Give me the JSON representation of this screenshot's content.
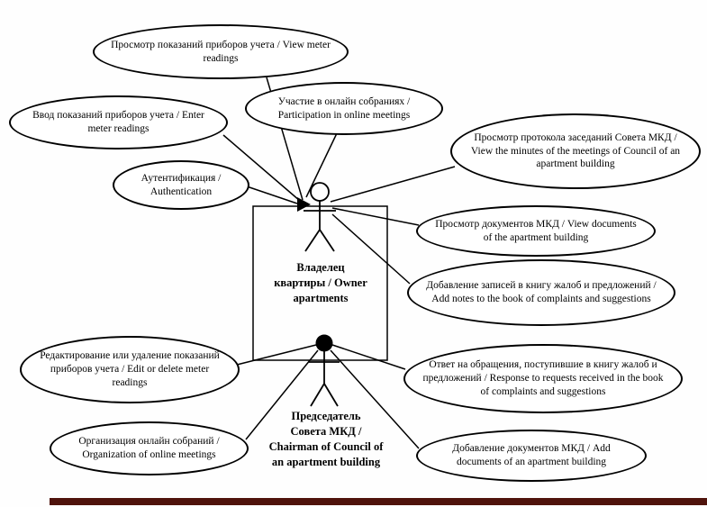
{
  "diagram": {
    "type": "uml-use-case",
    "colors": {
      "line": "#000000",
      "background": "#ffffff",
      "bottom_artifact": "#4f130c"
    },
    "actors": [
      {
        "id": "owner",
        "label": "Владелец\nквартиры / Owner\napartments"
      },
      {
        "id": "chairman",
        "label": "Председатель\nСовета МКД /\nChairman of Council of\nan apartment building"
      }
    ],
    "use_cases": [
      {
        "id": "view-meter-readings",
        "label": "Просмотр показаний приборов учета / View meter readings"
      },
      {
        "id": "participation-online-meetings",
        "label": "Участие в онлайн собраниях / Participation in online meetings"
      },
      {
        "id": "enter-meter-readings",
        "label": "Ввод показаний приборов учета / Enter meter readings"
      },
      {
        "id": "authentication",
        "label": "Аутентификация / Authentication"
      },
      {
        "id": "view-minutes",
        "label": "Просмотр протокола заседаний Совета МКД / View the minutes of the meetings of Council of an apartment building"
      },
      {
        "id": "view-documents",
        "label": "Просмотр документов МКД / View documents of the apartment building"
      },
      {
        "id": "add-notes",
        "label": "Добавление записей в книгу жалоб и предложений / Add notes to the book of complaints and suggestions"
      },
      {
        "id": "edit-delete-readings",
        "label": "Редактирование или удаление показаний приборов учета / Edit or delete meter readings"
      },
      {
        "id": "response-requests",
        "label": "Ответ на обращения, поступившие в книгу жалоб и предложений / Response to requests received in the book of complaints and suggestions"
      },
      {
        "id": "organize-meetings",
        "label": "Организация онлайн собраний / Organization of online meetings"
      },
      {
        "id": "add-documents",
        "label": "Добавление документов МКД / Add documents of an apartment building"
      }
    ]
  }
}
